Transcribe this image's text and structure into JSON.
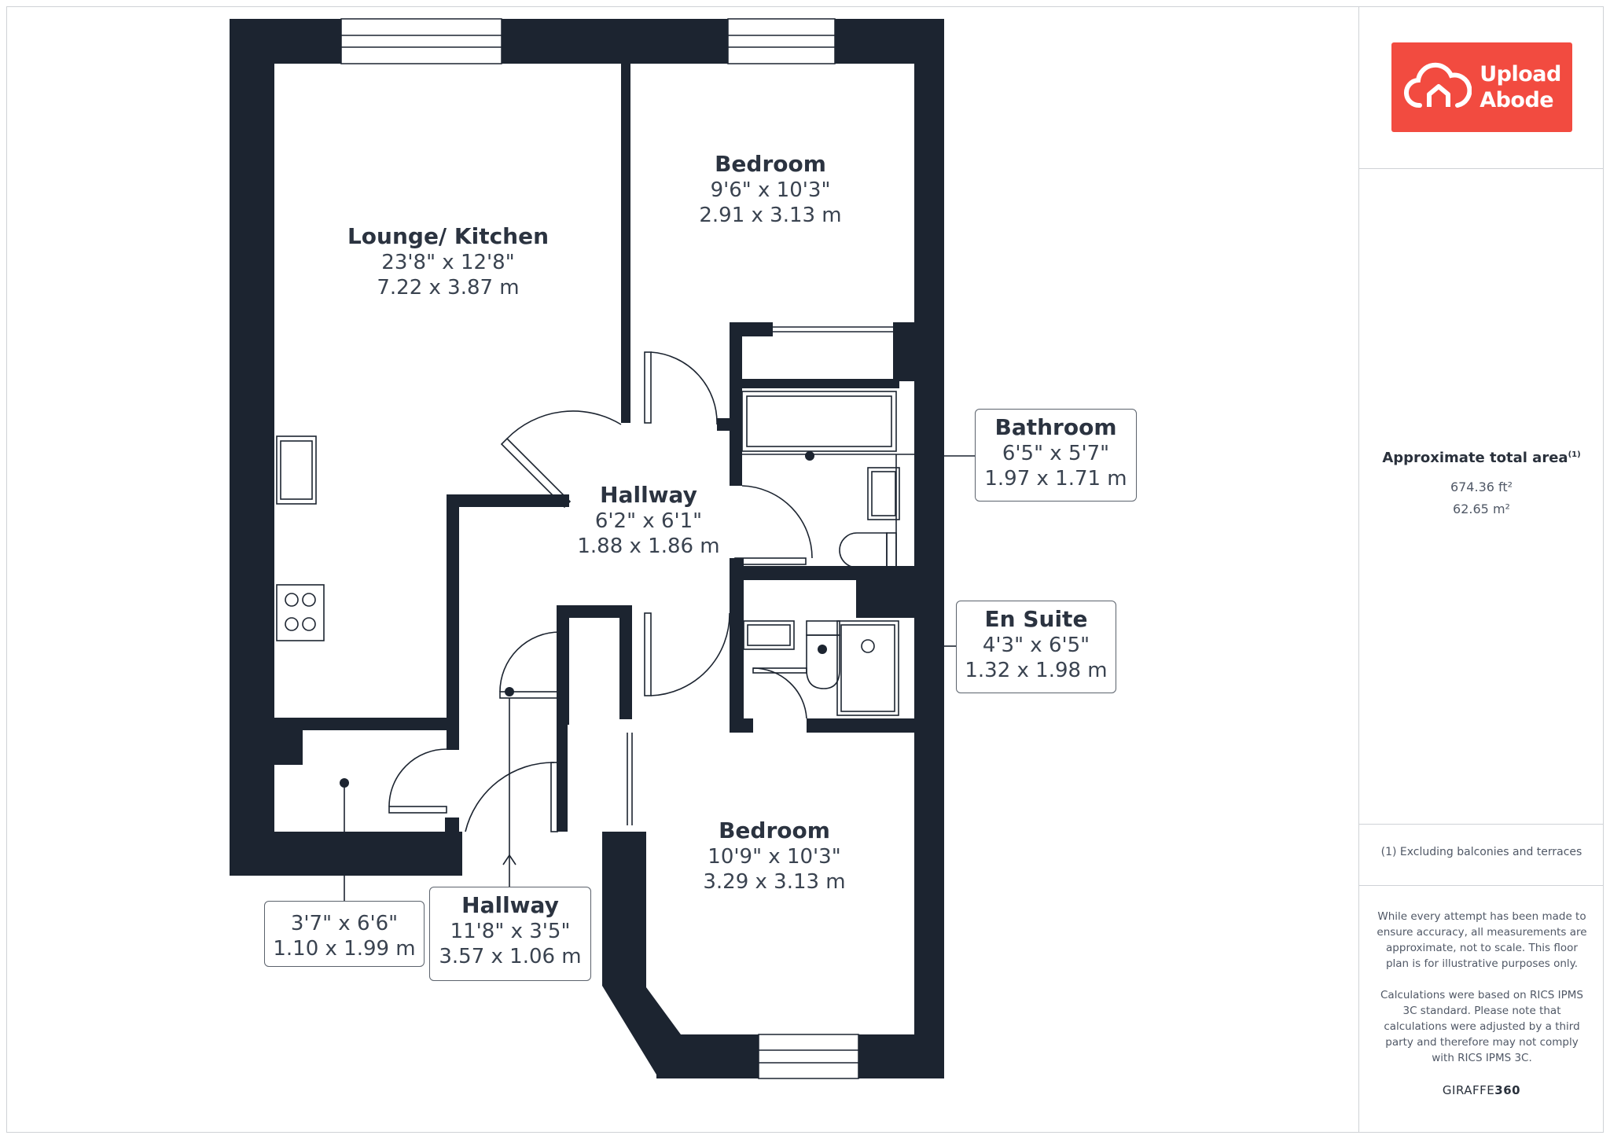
{
  "rooms": {
    "lounge": {
      "name": "Lounge/ Kitchen",
      "imperial": "23'8\" x 12'8\"",
      "metric": "7.22 x 3.87 m"
    },
    "bedroom1": {
      "name": "Bedroom",
      "imperial": "9'6\" x 10'3\"",
      "metric": "2.91 x 3.13 m"
    },
    "hallway1": {
      "name": "Hallway",
      "imperial": "6'2\" x 6'1\"",
      "metric": "1.88 x 1.86 m"
    },
    "bathroom": {
      "name": "Bathroom",
      "imperial": "6'5\" x 5'7\"",
      "metric": "1.97 x 1.71 m"
    },
    "ensuite": {
      "name": "En Suite",
      "imperial": "4'3\" x 6'5\"",
      "metric": "1.32 x 1.98 m"
    },
    "bedroom2": {
      "name": "Bedroom",
      "imperial": "10'9\" x 10'3\"",
      "metric": "3.29 x 3.13 m"
    },
    "cupboard": {
      "imperial": "3'7\" x 6'6\"",
      "metric": "1.10 x 1.99 m"
    },
    "hallway2": {
      "name": "Hallway",
      "imperial": "11'8\" x 3'5\"",
      "metric": "3.57 x 1.06 m"
    }
  },
  "sidebar": {
    "logo_line1": "Upload",
    "logo_line2": "Abode",
    "area_title": "Approximate total area",
    "area_note_marker": "(1)",
    "area_ft": "674.36 ft²",
    "area_m": "62.65 m²",
    "exclusion": "(1) Excluding balconies and terraces",
    "disclaimer1": "While every attempt has been made to ensure accuracy, all measurements are approximate, not to scale. This floor plan is for illustrative purposes only.",
    "disclaimer2": "Calculations were based on RICS IPMS 3C standard. Please note that calculations were adjusted by a third party and therefore may not comply with RICS IPMS 3C.",
    "brand_a": "GIRAFFE",
    "brand_b": "360"
  },
  "colors": {
    "wall": "#1c2430",
    "logo_bg": "#f24b40",
    "text": "#2f3744"
  }
}
